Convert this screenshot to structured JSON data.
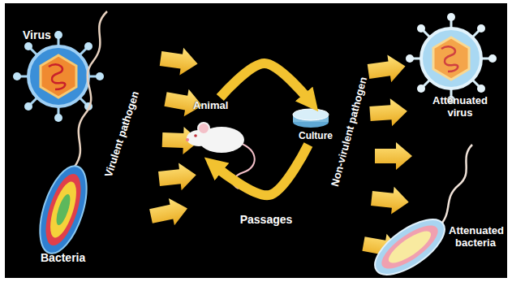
{
  "diagram": {
    "nodes": [
      {
        "text": [
          "Virus"
        ]
      },
      {
        "text": [
          "Bacteria"
        ]
      },
      {
        "text": [
          "Animal"
        ]
      },
      {
        "text": [
          "Culture"
        ]
      },
      {
        "text": [
          "Attenuated virus"
        ]
      },
      {
        "text": [
          "Attenuated bacteria"
        ]
      }
    ],
    "edges": [
      {
        "from": 2,
        "to": 3,
        "arrow": "to"
      },
      {
        "from": 3,
        "to": 2,
        "arrow": "to"
      }
    ],
    "labels": [
      "Virulent pathogen",
      "Passages",
      "Non-virulent pathogen"
    ]
  }
}
